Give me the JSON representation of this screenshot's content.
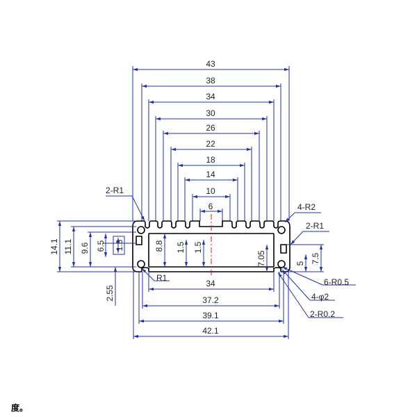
{
  "drawing": {
    "overall_widths": [
      "43",
      "38",
      "34",
      "30",
      "26",
      "22",
      "18",
      "14",
      "10",
      "6"
    ],
    "bottom_widths": [
      "34",
      "37.2",
      "39.1",
      "42.1"
    ],
    "heights_left": [
      "14.1",
      "11.1",
      "9.6",
      "6.5",
      "1.5",
      "8.8",
      "1.5",
      "1.5",
      "2.55"
    ],
    "heights_right": [
      "7.05",
      "5",
      "7.5"
    ],
    "callouts": {
      "top_left_radius": "2-R1",
      "top_right_radius": "4-R2",
      "right_radius": "2-R1",
      "bottom_left_radius": "R1",
      "right_r05": "6-R0.5",
      "right_phi2": "4-φ2",
      "right_r02": "2-R0.2"
    }
  },
  "footer_text": "度。"
}
